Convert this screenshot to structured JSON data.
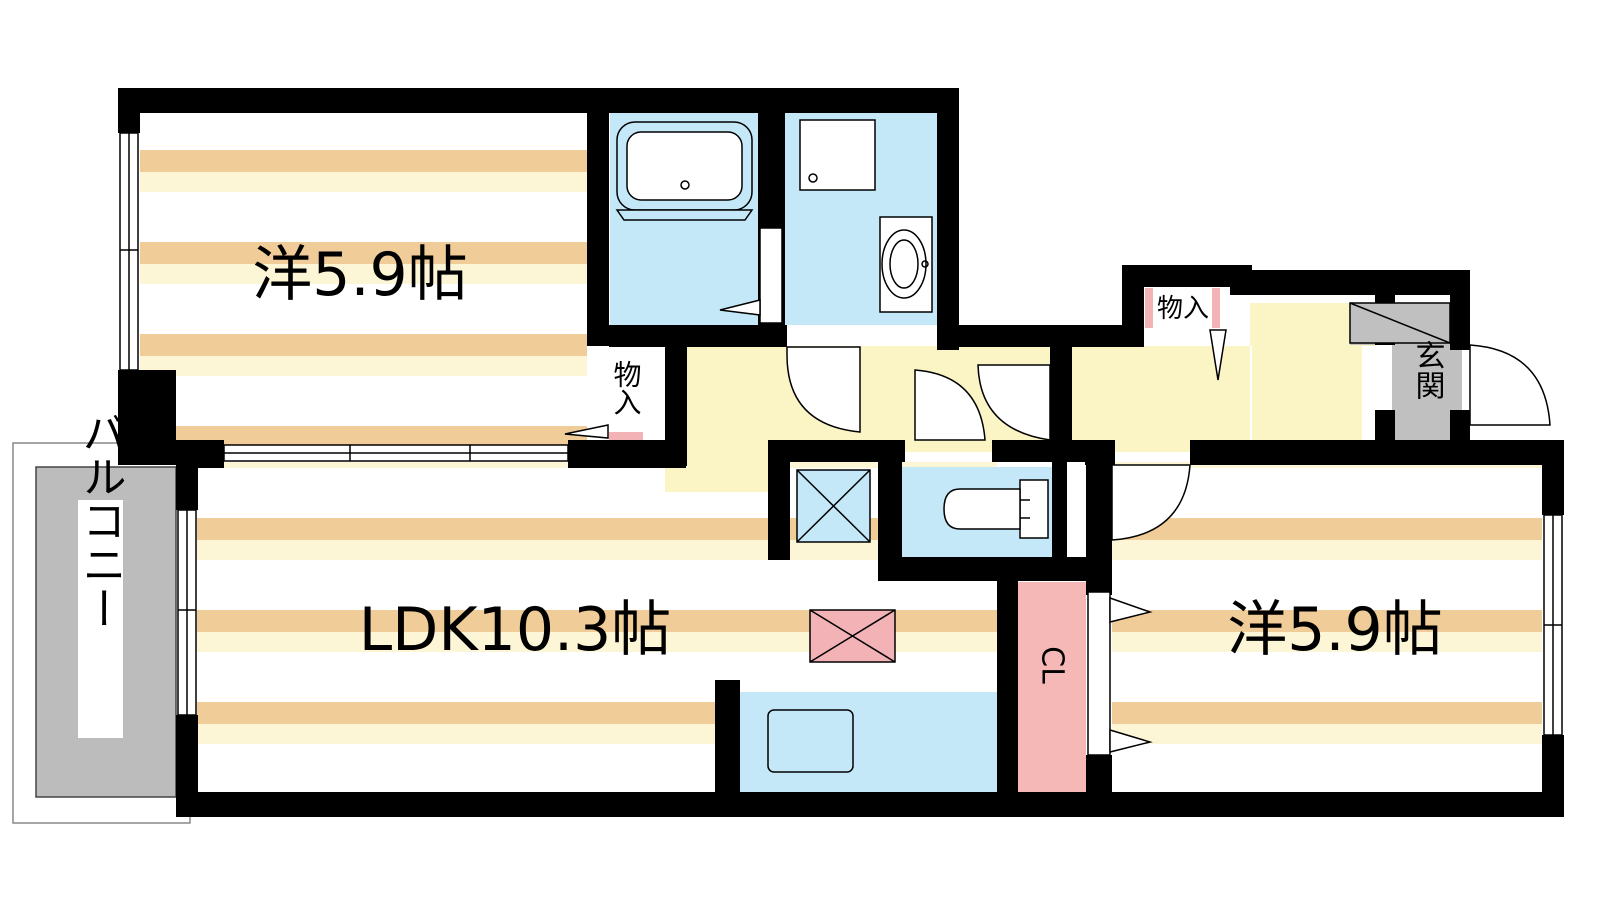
{
  "rooms": {
    "western_top": "洋5.9帖",
    "western_right": "洋5.9帖",
    "ldk": "LDK10.3帖"
  },
  "labels": {
    "storage": "物入",
    "storage_2": "物入",
    "entrance": "玄関",
    "closet": "CL",
    "balcony": "バルコニー"
  },
  "colors": {
    "wall": "#000000",
    "floor_stripe": "#f0cc98",
    "floor_light": "#fdf6d6",
    "floor_base": "#ffffff",
    "corridor": "#fbf5c6",
    "water": "#c4e8f7",
    "closet": "#f5b8b6",
    "entrance": "#c0c0c0",
    "balcony": "#bcbcbc",
    "marker": "#f3b3b6"
  }
}
